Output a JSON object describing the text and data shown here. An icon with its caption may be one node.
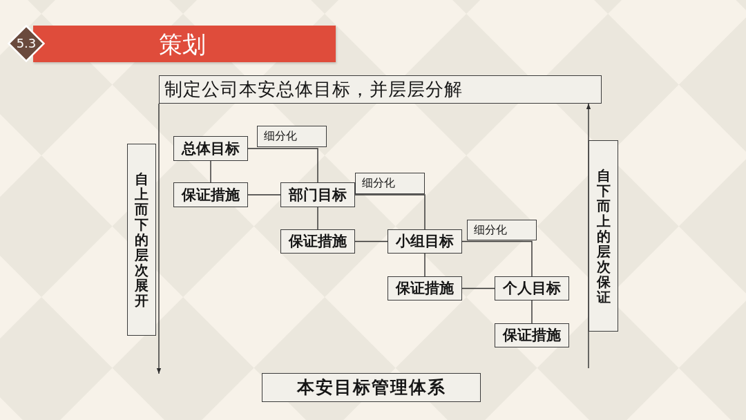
{
  "diagram": {
    "title": "策划",
    "nodes": [
      {
        "text": [
          "5.3"
        ]
      },
      {
        "text": [
          "制定公司本安总体目标，并层层分解"
        ]
      },
      {
        "text": [
          "自上而下的层次展开"
        ]
      },
      {
        "text": [
          "总体目标"
        ]
      },
      {
        "text": [
          "细分化"
        ]
      },
      {
        "text": [
          "保证措施"
        ]
      },
      {
        "text": [
          "部门目标"
        ]
      },
      {
        "text": [
          "细分化"
        ]
      },
      {
        "text": [
          "保证措施"
        ]
      },
      {
        "text": [
          "小组目标"
        ]
      },
      {
        "text": [
          "细分化"
        ]
      },
      {
        "text": [
          "保证措施"
        ]
      },
      {
        "text": [
          "个人目标"
        ]
      },
      {
        "text": [
          "保证措施"
        ]
      },
      {
        "text": [
          "自下而上的层次保证"
        ]
      },
      {
        "text": [
          "本安目标管理体系"
        ]
      }
    ],
    "edges": [
      {
        "from": 1,
        "to": null,
        "arrow": "to"
      },
      {
        "from": null,
        "to": 1,
        "arrow": "to"
      },
      {
        "from": 3,
        "to": 6,
        "arrow": "none"
      },
      {
        "from": 3,
        "to": 5,
        "arrow": "none"
      },
      {
        "from": 5,
        "to": 6,
        "arrow": "none"
      },
      {
        "from": 6,
        "to": 9,
        "arrow": "none"
      },
      {
        "from": 6,
        "to": 8,
        "arrow": "none"
      },
      {
        "from": 8,
        "to": 9,
        "arrow": "none"
      },
      {
        "from": 9,
        "to": 12,
        "arrow": "none"
      },
      {
        "from": 9,
        "to": 11,
        "arrow": "none"
      },
      {
        "from": 11,
        "to": 12,
        "arrow": "none"
      },
      {
        "from": 12,
        "to": 13,
        "arrow": "none"
      }
    ]
  }
}
